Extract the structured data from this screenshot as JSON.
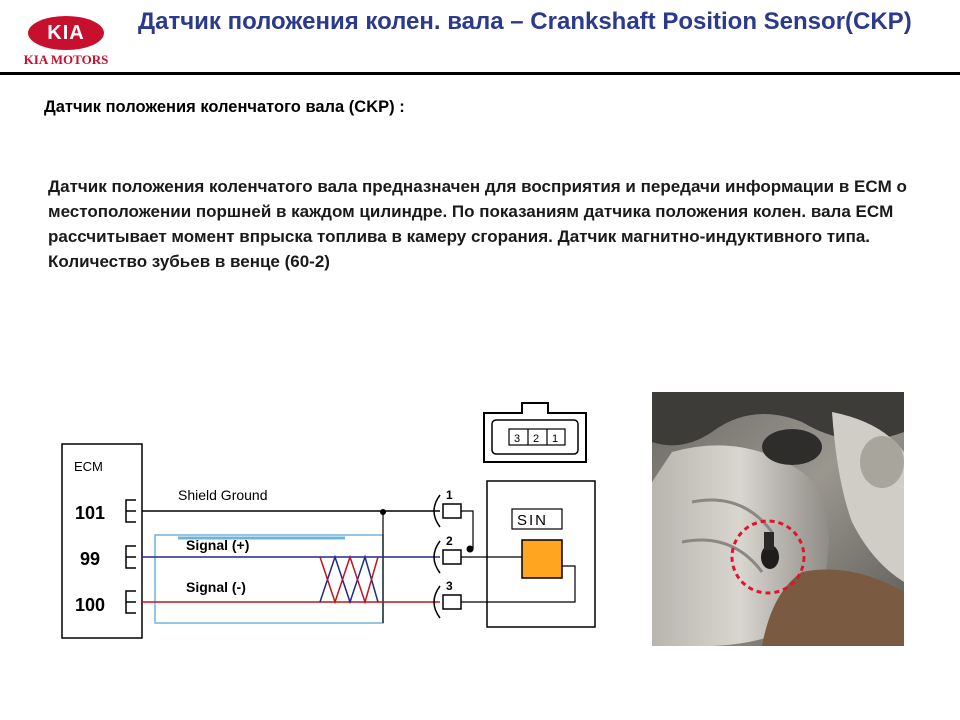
{
  "brand": {
    "logo_text": "KIA",
    "motors_text": "KIA MOTORS",
    "red": "#c8102e"
  },
  "slide": {
    "title": "Датчик положения колен. вала – Crankshaft Position Sensor(CKP)",
    "subtitle": "Датчик положения коленчатого вала (CKP)  :",
    "body": "Датчик положения коленчатого вала предназначен для восприятия и передачи информации в ECM о местоположении поршней в каждом цилиндре. По показаниям датчика положения колен. вала ECM рассчитывает момент впрыска топлива в камеру сгорания. Датчик магнитно-индуктивного типа. Количество зубьев в венце (60-2)",
    "title_color": "#2b3a8c"
  },
  "diagram": {
    "ecm_label": "ECM",
    "pins": [
      "101",
      "99",
      "100"
    ],
    "wires": [
      "Shield Ground",
      "Signal (+)",
      "Signal (-)"
    ],
    "connector_pins": [
      "1",
      "2",
      "3"
    ],
    "connector_top_pins": [
      "3",
      "2",
      "1"
    ],
    "sensor_label": "SIN",
    "colors": {
      "signal_plus": "#1f2a8a",
      "signal_minus": "#c0141e",
      "shield": "#6fb4d8",
      "sensor": "#ffa520"
    }
  },
  "photo": {
    "highlight_color": "#e0142a",
    "subject": "engine-bay-ckp-sensor"
  }
}
